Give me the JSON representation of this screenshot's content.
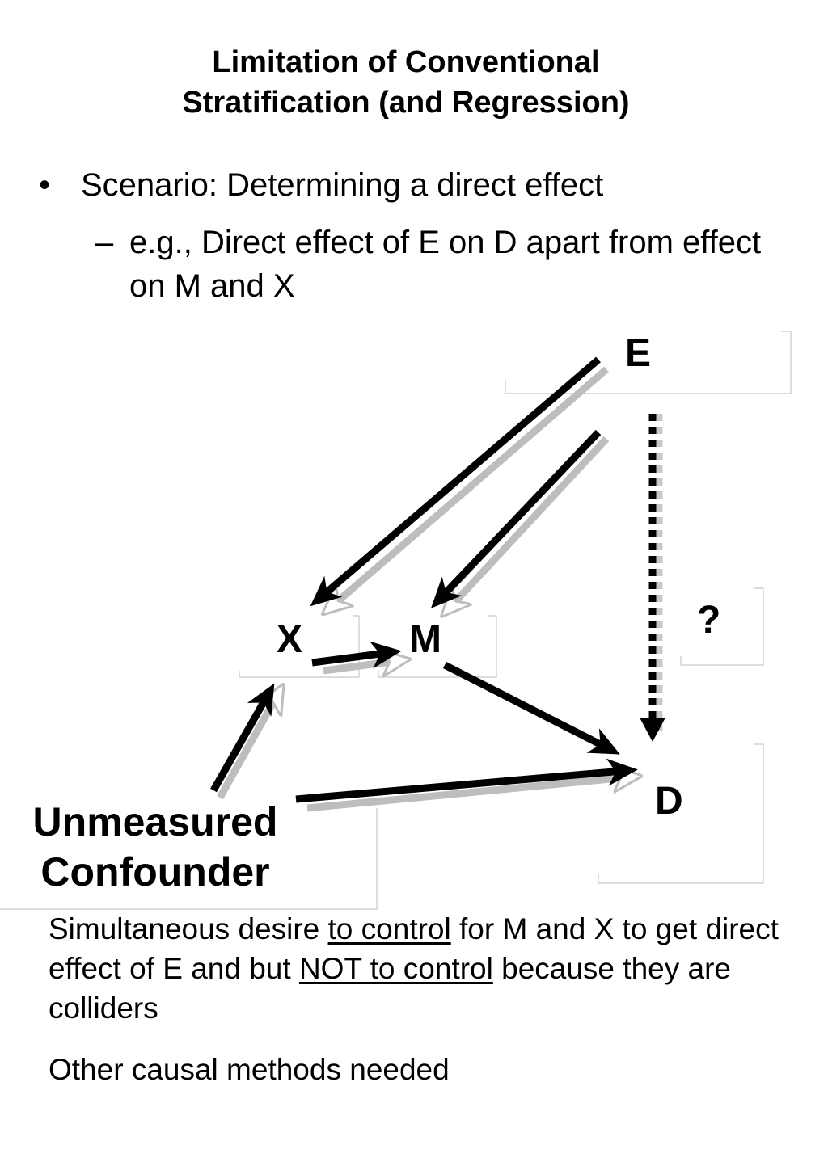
{
  "title": {
    "line1": "Limitation of Conventional",
    "line2": "Stratification (and Regression)"
  },
  "bullet": {
    "marker": "•",
    "text": "Scenario: Determining a direct effect",
    "sub": {
      "marker": "–",
      "text": "e.g., Direct effect of E on D apart from effect on M and X"
    }
  },
  "diagram": {
    "nodes": {
      "e": "E",
      "x": "X",
      "m": "M",
      "d": "D",
      "question": "?",
      "confounder_line1": "Unmeasured",
      "confounder_line2": "Confounder"
    }
  },
  "note": {
    "p1_a": "Simultaneous desire ",
    "p1_u1": "to control",
    "p1_b": " for M and X to get direct effect of E and but ",
    "p1_u2": "NOT to control",
    "p1_c": " because they are colliders",
    "p2": "Other causal methods needed"
  },
  "colors": {
    "ink": "#000000",
    "shadow": "#bdbdbd",
    "background": "#ffffff"
  }
}
